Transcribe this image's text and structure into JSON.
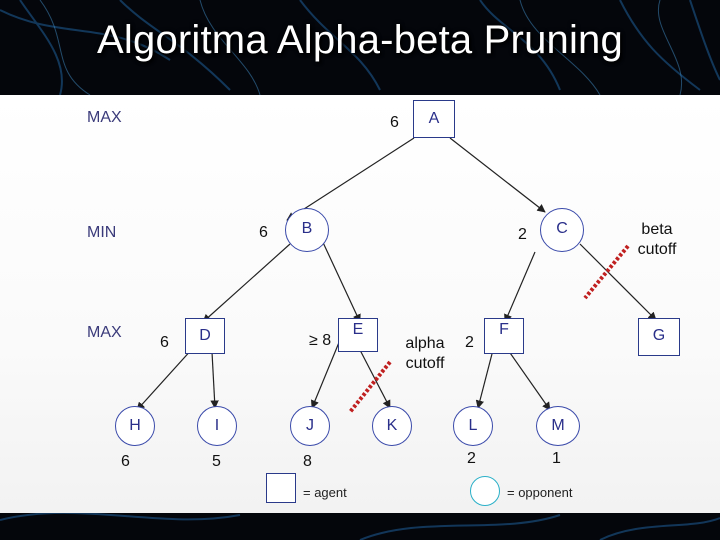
{
  "title": "Algoritma Alpha-beta Pruning",
  "levels": {
    "max1": "MAX",
    "min": "MIN",
    "max2": "MAX"
  },
  "nodes": {
    "A": {
      "label": "A",
      "value": "6"
    },
    "B": {
      "label": "B",
      "value": "6"
    },
    "C": {
      "label": "C",
      "value": "2"
    },
    "D": {
      "label": "D",
      "value": "6"
    },
    "E": {
      "label": "E",
      "value": "≥ 8"
    },
    "F": {
      "label": "F",
      "value": "2"
    },
    "G": {
      "label": "G"
    },
    "H": {
      "label": "H",
      "value": "6"
    },
    "I": {
      "label": "I",
      "value": "5"
    },
    "J": {
      "label": "J",
      "value": "8"
    },
    "K": {
      "label": "K"
    },
    "L": {
      "label": "L",
      "value": "2"
    },
    "M": {
      "label": "M",
      "value": "1"
    }
  },
  "annotations": {
    "beta_line1": "beta",
    "beta_line2": "cutoff",
    "alpha_line1": "alpha",
    "alpha_line2": "cutoff"
  },
  "legend": {
    "agent": "= agent",
    "opponent": "= opponent"
  },
  "colors": {
    "edge": "#222222",
    "cutoff": "#c02020",
    "node_border": "#2a3a8a",
    "label": "#3a3a7a"
  }
}
